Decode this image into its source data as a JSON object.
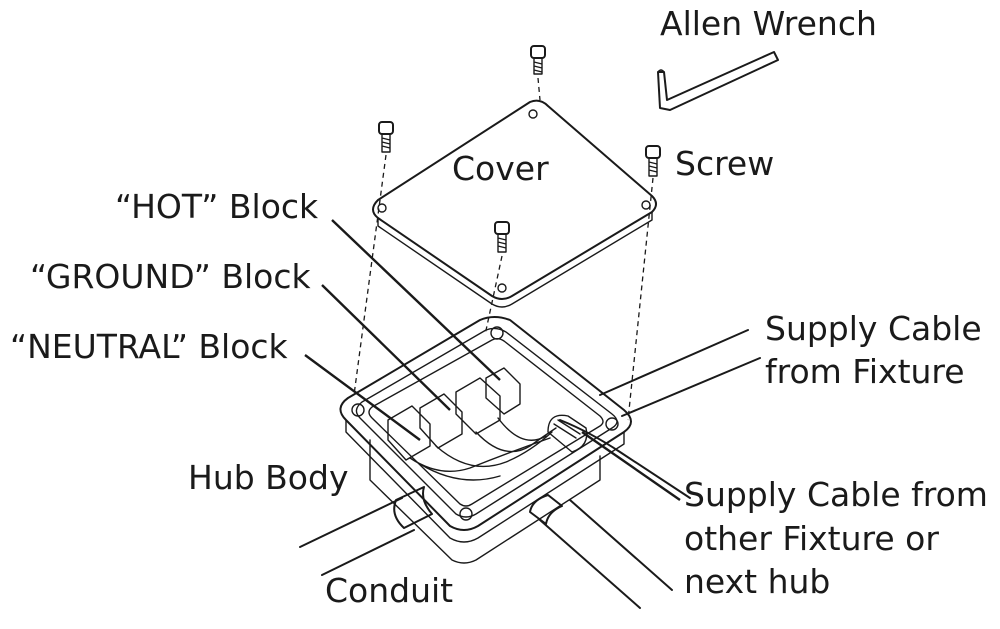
{
  "labels": {
    "allen_wrench": "Allen Wrench",
    "cover": "Cover",
    "screw": "Screw",
    "hot_block": "“HOT” Block",
    "ground_block": "“GROUND” Block",
    "neutral_block": "“NEUTRAL” Block",
    "supply_fixture_line1": "Supply Cable",
    "supply_fixture_line2": "from Fixture",
    "hub_body": "Hub Body",
    "supply_other_line1": "Supply Cable from",
    "supply_other_line2": "other Fixture or",
    "supply_other_line3": "next hub",
    "conduit": "Conduit"
  },
  "colors": {
    "line": "#1a1a1a",
    "background": "#ffffff",
    "hub_shade": "#e6e6e6",
    "block_shade": "#bfbfbf"
  }
}
